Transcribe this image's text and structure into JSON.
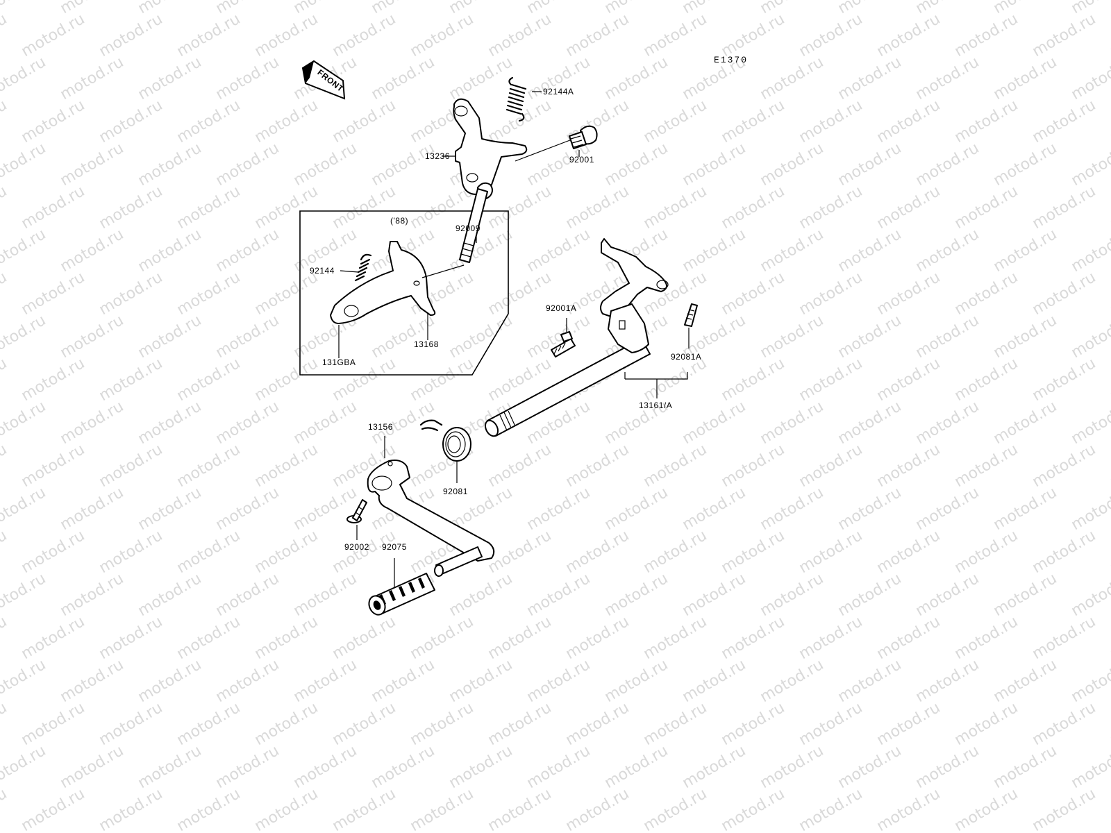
{
  "watermark": "motod.ru",
  "drawing_code": "E1370",
  "front_label": "FRONT",
  "year_note": "('88)",
  "callouts": {
    "c92144A": "92144A",
    "c13236": "13236",
    "c92001": "92001",
    "c92009": "92009",
    "c92144": "92144",
    "c13168A": "131GBA",
    "c13168": "13168",
    "c92001A": "92001A",
    "c92081A": "92081A",
    "c13161A": "13161/A",
    "c13156": "13156",
    "c92081": "92081",
    "c92002": "92002",
    "c92075": "92075"
  },
  "colors": {
    "ink": "#000000",
    "watermark": "#d9d9d9",
    "paper": "#ffffff"
  }
}
